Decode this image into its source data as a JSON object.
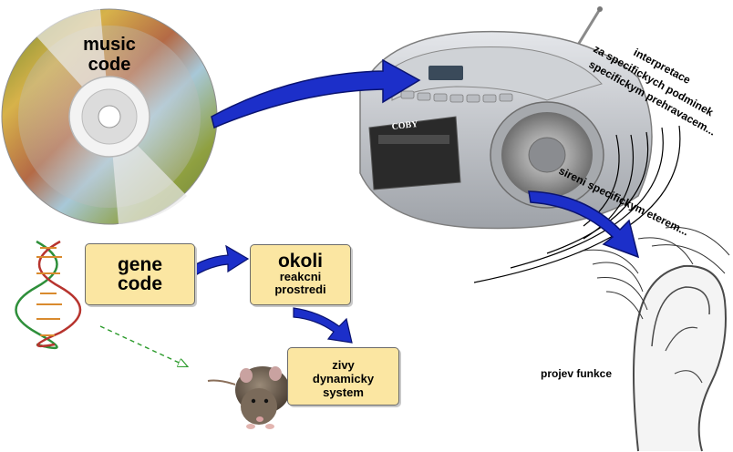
{
  "cd": {
    "line1": "music",
    "line2": "code"
  },
  "player": {
    "brand": "COBY"
  },
  "boxes": {
    "gene": {
      "line1": "gene",
      "line2": "code"
    },
    "okoli": {
      "title": "okoli",
      "line1": "reakcni",
      "line2": "prostredi"
    },
    "zivy": {
      "line1": "zivy",
      "line2": "dynamicky",
      "line3": "system"
    }
  },
  "labels": {
    "interpretace": "interpretace",
    "podminek": "za specifickych podminek",
    "prehravacem": "specifickym prehravacem...",
    "sireni": "sireni specifickym eterem...",
    "projev": "projev funkce"
  },
  "colors": {
    "arrow_fill": "#1c2fc9",
    "arrow_dark": "#0a1370",
    "box_fill": "#fbe6a2",
    "dashed": "#2a9a2a"
  }
}
